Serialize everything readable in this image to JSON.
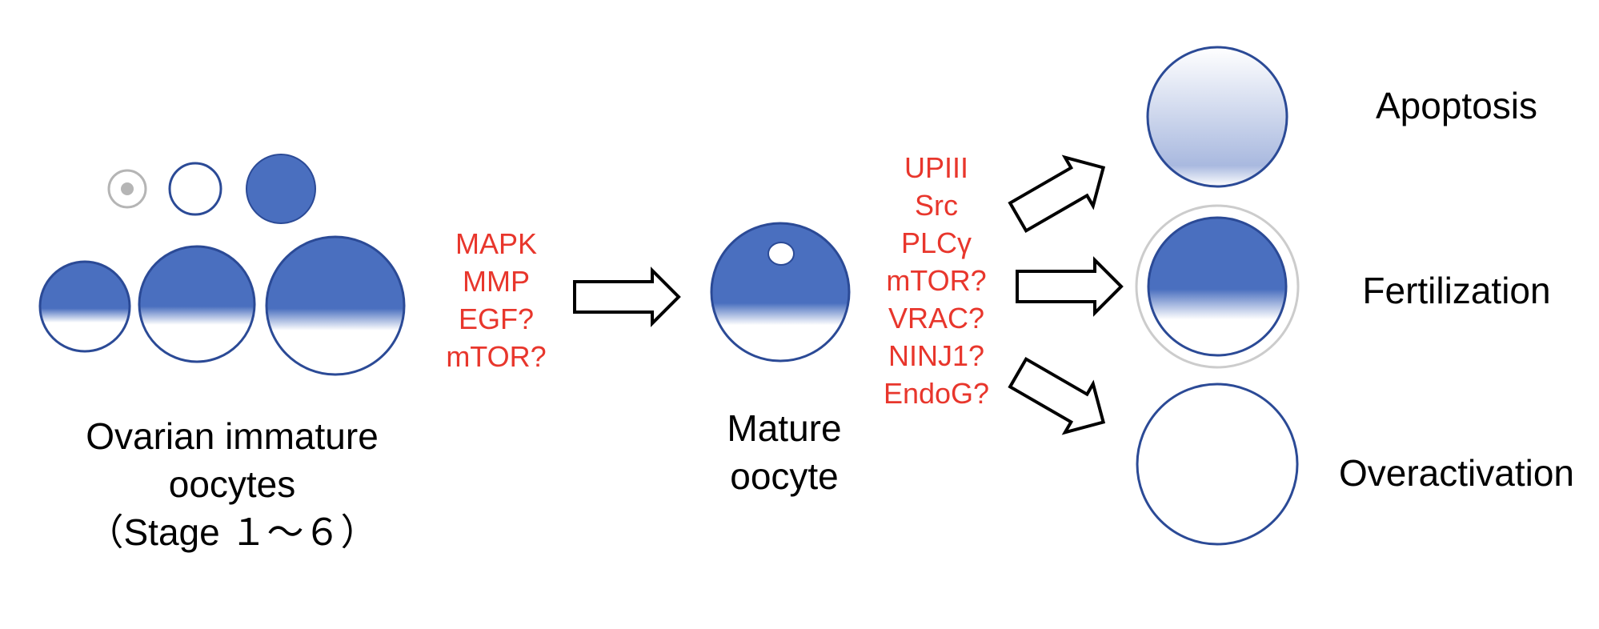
{
  "colors": {
    "cytoplasm_blue": "#4a6fbf",
    "outline_blue": "#2b4a96",
    "gray_outline": "#b5b5b5",
    "factor_red": "#e8362c",
    "arrow_stroke": "#000000"
  },
  "immature": {
    "label_line1": "Ovarian immature",
    "label_line2": "oocytes",
    "label_line3": "（Stage １～６）"
  },
  "maturation_factors": [
    "MAPK",
    "MMP",
    "EGF?",
    "mTOR?"
  ],
  "mature": {
    "label_line1": "Mature",
    "label_line2": "oocyte"
  },
  "activation_factors": [
    "UPIII",
    "Src",
    "PLCγ",
    "mTOR?",
    "VRAC?",
    "NINJ1?",
    "EndoG?"
  ],
  "outcomes": {
    "apoptosis": "Apoptosis",
    "fertilization": "Fertilization",
    "overactivation": "Overactivation"
  }
}
